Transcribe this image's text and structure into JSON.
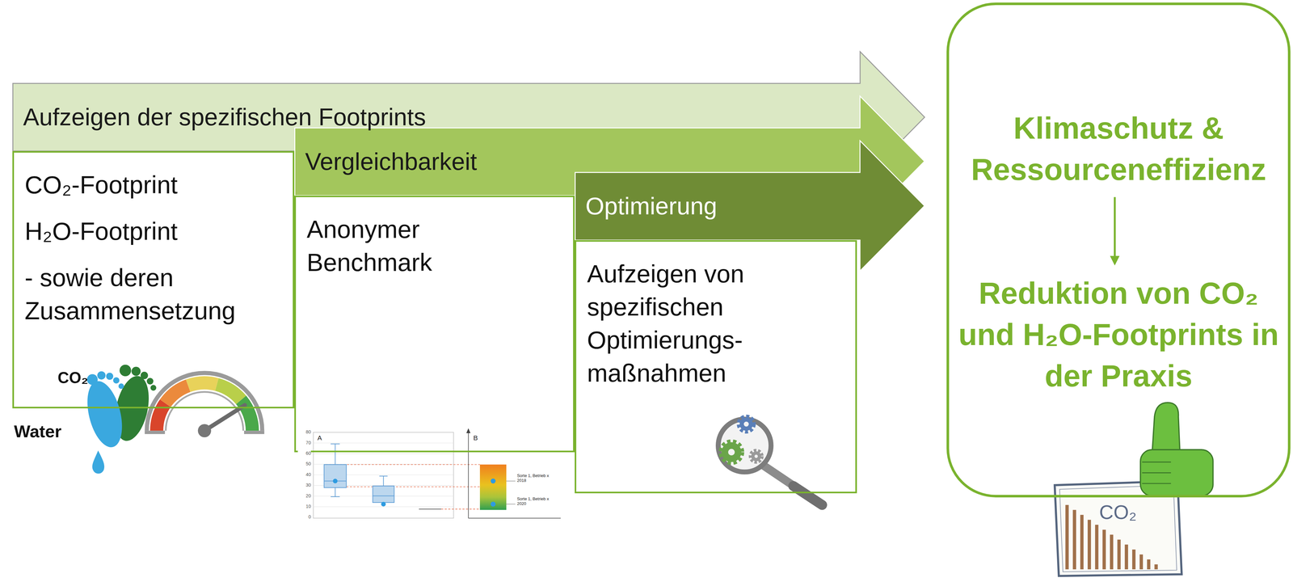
{
  "diagram": {
    "nodes": [
      {
        "text": [
          "Aufzeigen der spezifischen Footprints"
        ]
      },
      {
        "text": [
          "CO₂-Footprint",
          "H₂O-Footprint",
          "- sowie deren Zusammensetzung"
        ]
      },
      {
        "text": [
          "Vergleichbarkeit"
        ]
      },
      {
        "text": [
          "Anonymer Benchmark"
        ]
      },
      {
        "text": [
          "Optimierung"
        ]
      },
      {
        "text": [
          "Aufzeigen von spezifischen Optimierungs- maßnahmen"
        ]
      },
      {
        "text": [
          "Klimaschutz & Ressourceneffizienz",
          "Reduktion von CO₂ und H₂O-Footprints in der Praxis"
        ]
      }
    ],
    "labels": [
      "CO₂",
      "Water",
      "A",
      "80",
      "70",
      "60",
      "50",
      "40",
      "30",
      "20",
      "10",
      "0",
      "B",
      "Sorte 1, Betrieb x 2018",
      "Sorte 1, Betrieb x 2020",
      "CO₂"
    ]
  }
}
